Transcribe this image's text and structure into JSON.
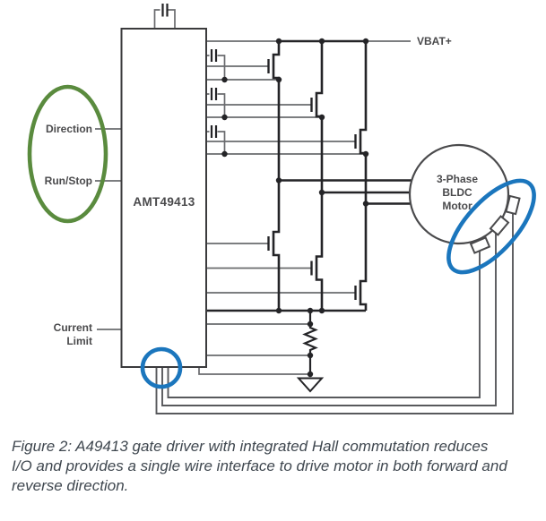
{
  "figure": {
    "chip_label": "AMT49413",
    "vbat_label": "VBAT+",
    "inputs": {
      "direction": "Direction",
      "run_stop": "Run/Stop",
      "current": "Current",
      "limit": "Limit"
    },
    "motor_label": {
      "line1": "3-Phase",
      "line2": "BLDC",
      "line3": "Motor"
    }
  },
  "caption": {
    "lines": [
      "Figure 2: A49413 gate driver with integrated Hall commutation reduces",
      "I/O and provides a single wire interface to drive motor in both forward and",
      "reverse direction."
    ]
  },
  "colors": {
    "highlight_green": "#5a8b3e",
    "highlight_blue": "#1b76bd",
    "wire_black": "#242427",
    "wire_gray": "#6a6b6e",
    "label_text": "#4a4a4c",
    "caption_text": "#3f474f"
  }
}
